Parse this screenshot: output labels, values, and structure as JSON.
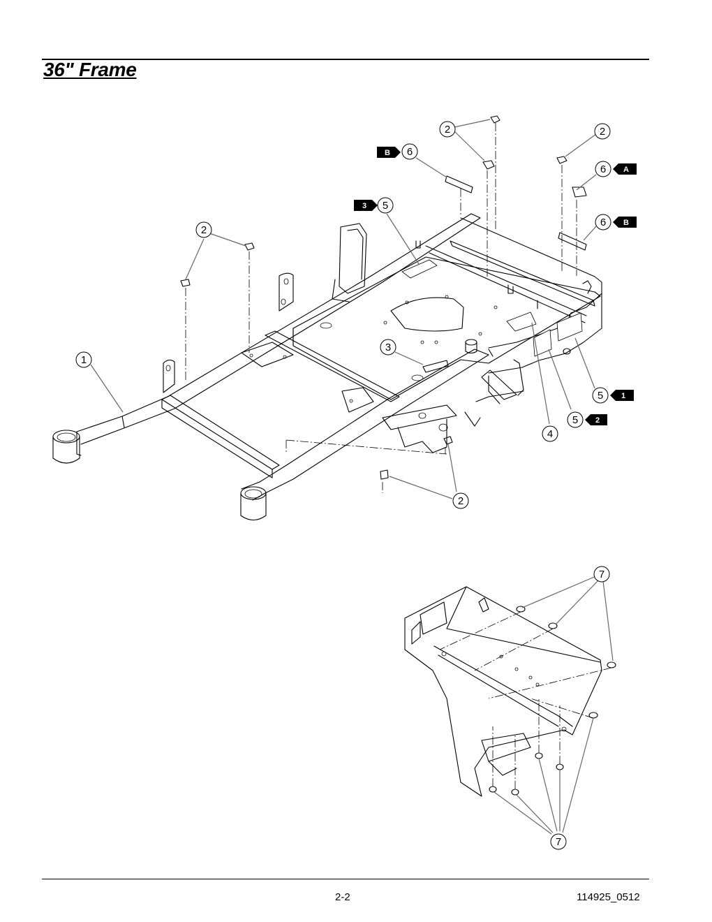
{
  "title": "36\" Frame",
  "footer": {
    "page_number": "2-2",
    "doc_code": "114925_0512"
  },
  "callouts": {
    "c1": "1",
    "c2a": "2",
    "c2b": "2",
    "c2c": "2",
    "c2d": "2",
    "c3": "3",
    "c4": "4",
    "c5a": "5",
    "c5b": "5",
    "c5c": "5",
    "c6a": "6",
    "c6b": "6",
    "c6c": "6",
    "c7a": "7",
    "c7b": "7"
  },
  "tags": {
    "t1": "1",
    "t2": "2",
    "t3": "3",
    "tA": "A",
    "tB1": "B",
    "tB2": "B"
  },
  "colors": {
    "line": "#000000",
    "leader": "#666666",
    "tag_fill": "#000000"
  }
}
